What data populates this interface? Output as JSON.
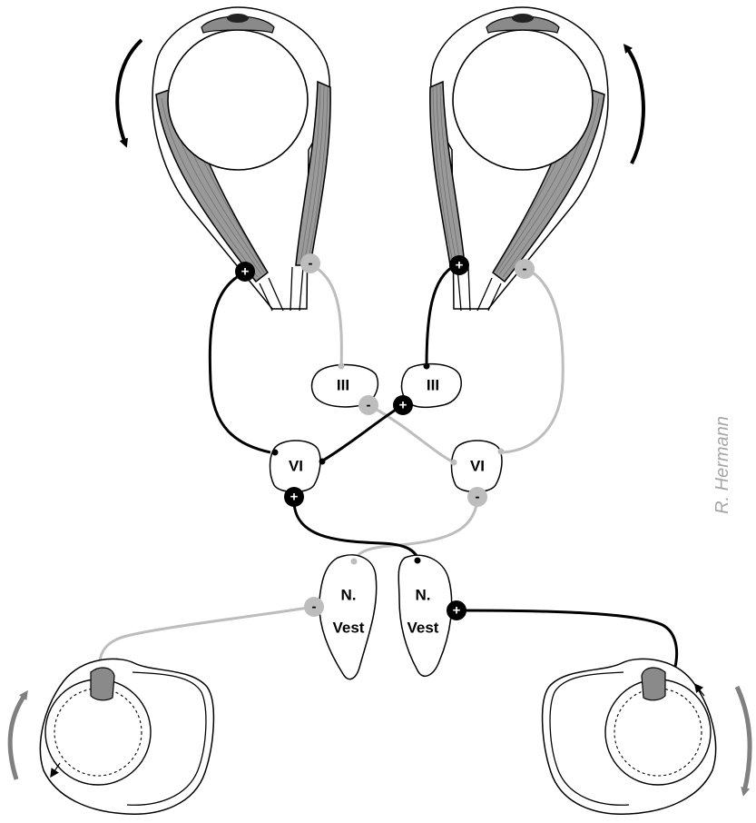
{
  "nuclei": {
    "oculomotor_left": "III",
    "oculomotor_right": "III",
    "abducens_left": "VI",
    "abducens_right": "VI",
    "vestibular_left": {
      "line1": "N.",
      "line2": "Vest"
    },
    "vestibular_right": {
      "line1": "N.",
      "line2": "Vest"
    }
  },
  "signs": {
    "excitatory": "+",
    "inhibitory": "-"
  },
  "credit": "R. Hermann",
  "colors": {
    "excitatory_pathway": "#000000",
    "inhibitory_pathway": "#bdbdbd",
    "muscle": "#9a9a9a",
    "rotation_arrow_eye": "#000000",
    "rotation_arrow_canal": "#808080"
  },
  "icons": {
    "left_eye_rotation": "curved-arrow-down-icon",
    "right_eye_rotation": "curved-arrow-up-icon",
    "left_canal_rotation": "curved-arrow-up-icon",
    "right_canal_rotation": "curved-arrow-down-icon"
  }
}
